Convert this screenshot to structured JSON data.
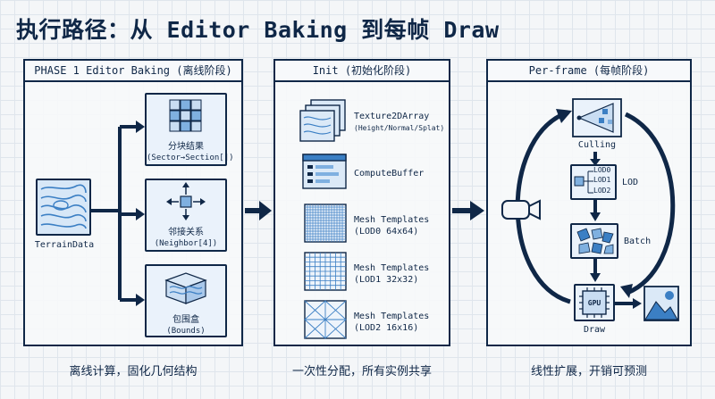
{
  "title": "执行路径：从 Editor Baking 到每帧 Draw",
  "panels": {
    "phase1": {
      "header": "PHASE 1 Editor Baking (离线阶段)",
      "caption": "离线计算，固化几何结构",
      "terrain_label": "TerrainData",
      "sector_title": "分块结果",
      "sector_sub": "(Sector→Section[])",
      "neighbor_title": "邻接关系",
      "neighbor_sub": "(Neighbor[4])",
      "bounds_title": "包围盒",
      "bounds_sub": "(Bounds)"
    },
    "init": {
      "header": "Init (初始化阶段)",
      "caption": "一次性分配，所有实例共享",
      "tex_title": "Texture2DArray",
      "tex_sub": "(Height/Normal/Splat)",
      "compute_buffer": "ComputeBuffer",
      "mesh0_title": "Mesh Templates",
      "mesh0_sub": "(LOD0 64x64)",
      "mesh1_title": "Mesh Templates",
      "mesh1_sub": "(LOD1 32x32)",
      "mesh2_title": "Mesh Templates",
      "mesh2_sub": "(LOD2 16x16)"
    },
    "perframe": {
      "header": "Per-frame (每帧阶段)",
      "caption": "线性扩展，开销可预测",
      "culling": "Culling",
      "lod": "LOD",
      "lod0": "LOD0",
      "lod1": "LOD1",
      "lod2": "LOD2",
      "batch": "Batch",
      "gpu": "GPU",
      "draw": "Draw"
    }
  },
  "colors": {
    "navy": "#0f2747",
    "light_blue": "#dbe9f7",
    "mid_blue": "#3b7fc4"
  }
}
